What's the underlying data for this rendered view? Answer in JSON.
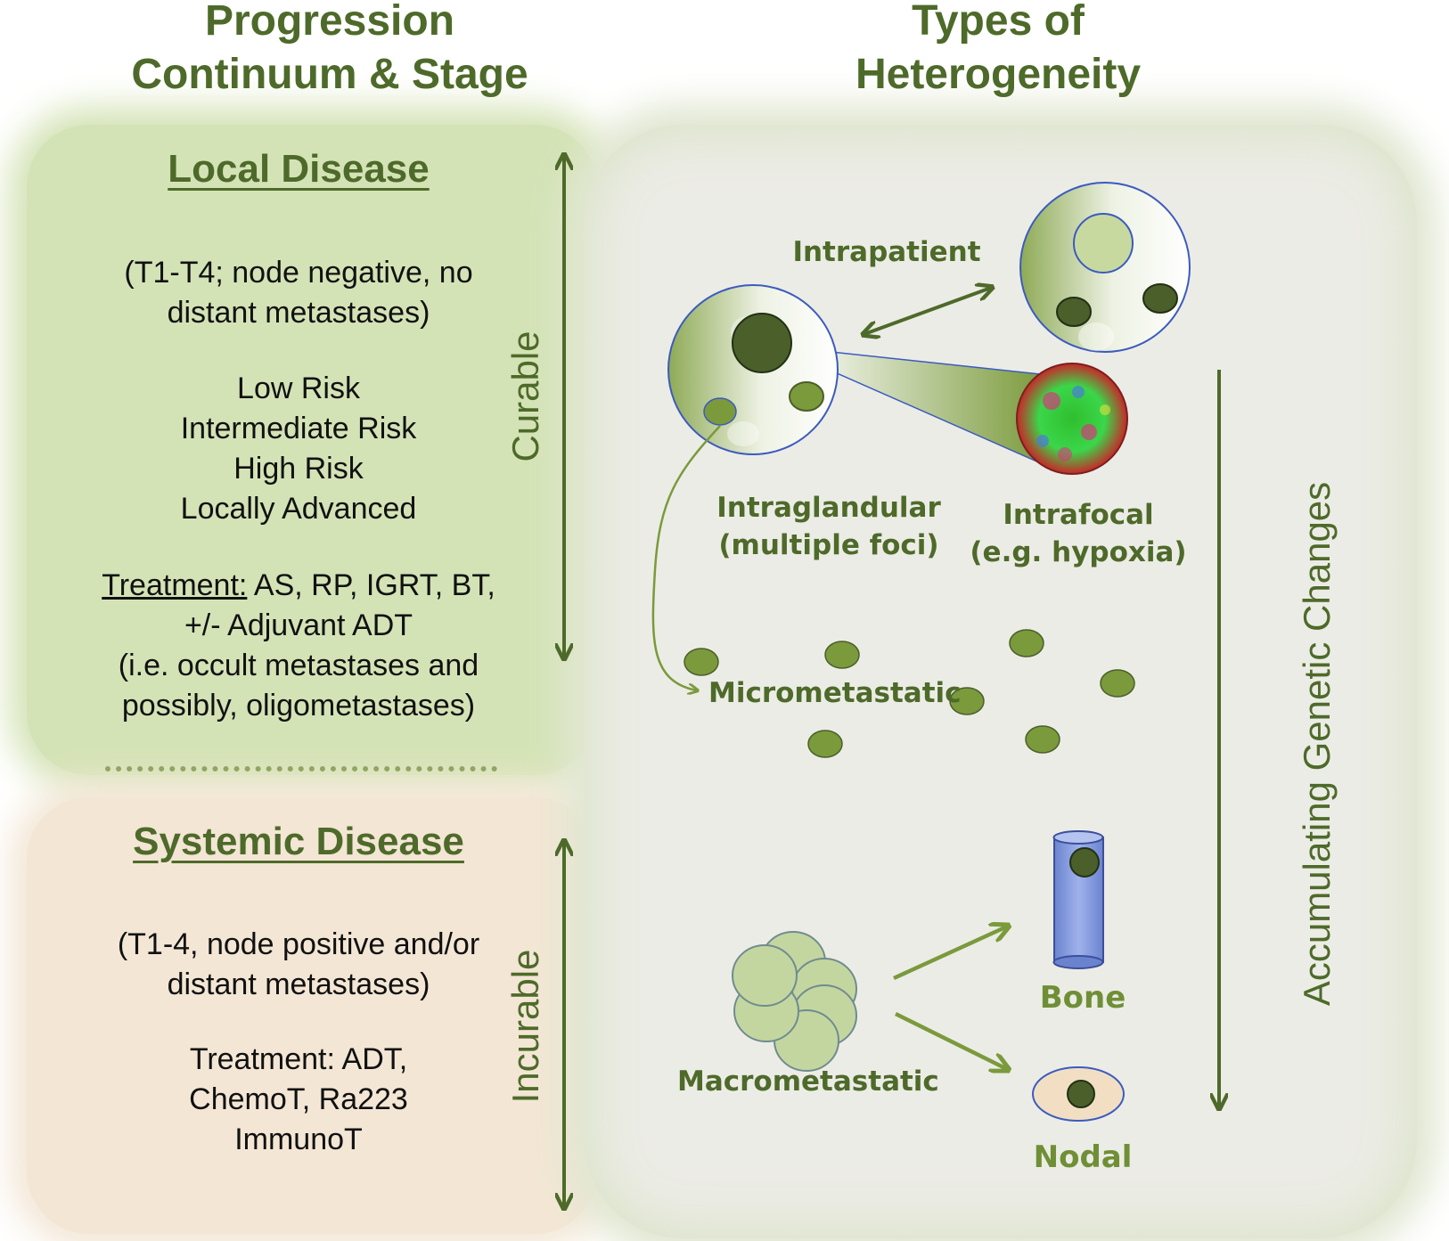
{
  "headings": {
    "left": [
      "Progression",
      "Continuum & Stage"
    ],
    "right": [
      "Types of",
      "Heterogeneity"
    ]
  },
  "local": {
    "title": "Local Disease",
    "staging": [
      "(T1-T4; node negative, no",
      "distant metastases)"
    ],
    "risks": [
      "Low Risk",
      "Intermediate Risk",
      "High Risk",
      "Locally Advanced"
    ],
    "treatment_label": "Treatment:",
    "treatment_rest": " AS, RP, IGRT, BT,",
    "treatment_lines": [
      "+/- Adjuvant ADT",
      "(i.e. occult metastases and",
      "possibly, oligometastases)"
    ],
    "side_label": "Curable"
  },
  "systemic": {
    "title": "Systemic Disease",
    "staging": [
      "(T1-4, node positive and/or",
      "distant metastases)"
    ],
    "treatment_lines": [
      "Treatment: ADT,",
      "ChemoT, Ra223",
      "ImmunoT"
    ],
    "side_label": "Incurable"
  },
  "heterogeneity": {
    "intrapatient": "Intrapatient",
    "intraglandular": [
      "Intraglandular",
      "(multiple foci)"
    ],
    "intrafocal": [
      "Intrafocal",
      "(e.g. hypoxia)"
    ],
    "micrometastatic": "Micrometastatic",
    "macrometastatic": "Macrometastatic",
    "bone": "Bone",
    "nodal": "Nodal",
    "genetic_axis": "Accumulating Genetic Changes"
  },
  "colors": {
    "heading_green": "#4e6a2a",
    "foci_green": "#7a9a3c",
    "dark_focus": "#4a5f2a",
    "bone_blue": "#7b93dc",
    "node_tan": "#f2dfc3"
  }
}
